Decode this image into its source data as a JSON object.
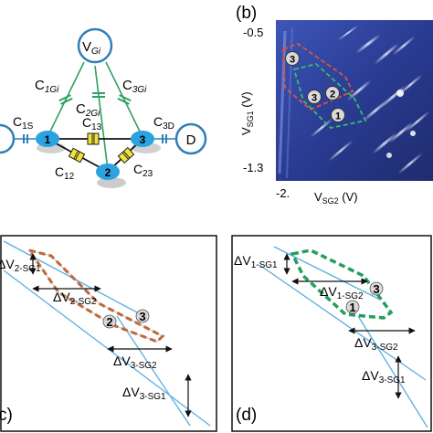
{
  "panel_a": {
    "gate_label": "V",
    "gate_sub": "Gi",
    "c1": "C",
    "c1_sub": "1Gi",
    "c2": "C",
    "c2_sub": "2Gi",
    "c3": "C",
    "c3_sub": "3Gi",
    "c13": "C",
    "c13_sub": "13",
    "c12": "C",
    "c12_sub": "12",
    "c23": "C",
    "c23_sub": "23",
    "c1s": "C",
    "c1s_sub": "1S",
    "c3d": "C",
    "c3d_sub": "3D",
    "drain": "D",
    "dot1": "1",
    "dot2": "2",
    "dot3": "3"
  },
  "panel_b": {
    "label": "(b)",
    "y_axis": "V",
    "y_sub": "SG1",
    "y_unit": " (V)",
    "x_axis": "V",
    "x_sub": "SG2",
    "x_unit": " (V)",
    "y_top": "-0.5",
    "y_bottom": "-1.3",
    "x_left": "-2.",
    "markers": [
      "3",
      "3",
      "2",
      "1"
    ]
  },
  "panel_c": {
    "label": "c)",
    "dv2": "ΔV",
    "dv2_sub": "2-SG1",
    "dv2b": "ΔV",
    "dv2b_sub": "2-SG2",
    "dv3": "ΔV",
    "dv3_sub": "3-SG2",
    "dv3b": "ΔV",
    "dv3b_sub": "3-SG1",
    "m2": "2",
    "m3": "3"
  },
  "panel_d": {
    "label": "(d)",
    "dv1": "ΔV",
    "dv1_sub": "1-SG1",
    "dv1b": "ΔV",
    "dv1b_sub": "1-SG2",
    "dv3": "ΔV",
    "dv3_sub": "3-SG2",
    "dv3b": "ΔV",
    "dv3b_sub": "3-SG1",
    "m1": "1",
    "m3": "3"
  },
  "colors": {
    "dot_blue": "#2aa3e0",
    "ring_blue": "#2f7fb8",
    "cap_green": "#2ca25f",
    "cap_yellow": "#f2e33a",
    "red_dash": "#c9602a",
    "green_dash": "#23a05a",
    "line_blue": "#5aaee0",
    "map_bg": "#2b3b8c"
  }
}
